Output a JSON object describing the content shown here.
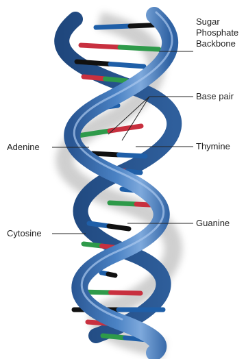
{
  "labels": {
    "sugar_phosphate_backbone": [
      "Sugar",
      "Phosphate",
      "Backbone"
    ],
    "base_pair": "Base pair",
    "adenine": "Adenine",
    "thymine": "Thymine",
    "cytosine": "Cytosine",
    "guanine": "Guanine"
  },
  "colors": {
    "background": "#ffffff",
    "backbone_front": "#3f74b5",
    "backbone_back": "#2b5a96",
    "backbone_highlight": "#8fb6e6",
    "adenine": "#2e9a4a",
    "thymine": "#c8303f",
    "cytosine": "#1f5fa8",
    "guanine": "#111111",
    "leader_line": "#222222"
  },
  "icons": {
    "molecule": "dna-double-helix-icon"
  }
}
